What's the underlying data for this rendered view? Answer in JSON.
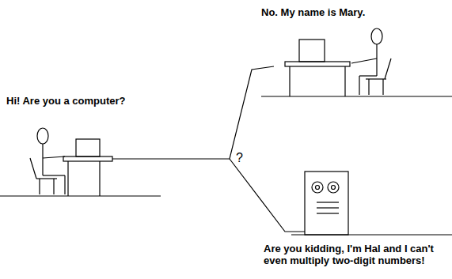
{
  "diagram": {
    "labels": [
      "Hi! Are you a computer?",
      "No. My name is Mary.",
      "?",
      "Are you kidding, I'm Hal and I can't even multiply two-digit numbers!"
    ]
  }
}
